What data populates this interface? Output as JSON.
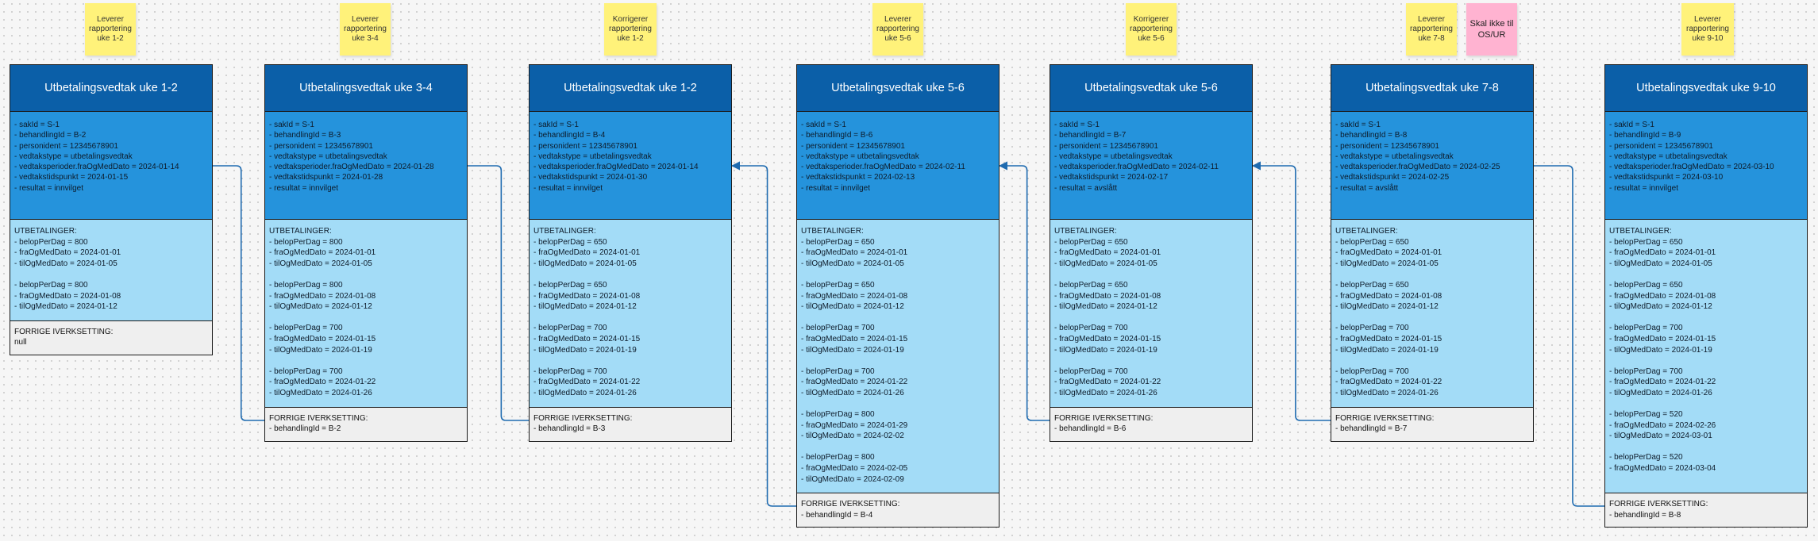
{
  "colors": {
    "header": "#0b5fa8",
    "meta": "#2593dc",
    "payments": "#a3dcf7",
    "previous": "#efefef",
    "sticky_yellow": "#fff27a",
    "sticky_pink": "#ffb3d1",
    "connector": "#1f6bb0"
  },
  "stickies": [
    {
      "text": "Leverer\nrapportering\nuke 1-2",
      "color": "yellow"
    },
    {
      "text": "Leverer\nrapportering\nuke 3-4",
      "color": "yellow"
    },
    {
      "text": "Korrigerer\nrapportering\nuke 1-2",
      "color": "yellow"
    },
    {
      "text": "Leverer\nrapportering\nuke 5-6",
      "color": "yellow"
    },
    {
      "text": "Korrigerer\nrapportering\nuke 5-6",
      "color": "yellow"
    },
    {
      "text": "Leverer\nrapportering\nuke 7-8",
      "color": "yellow"
    },
    {
      "text": "Skal ikke til\nOS/UR",
      "color": "pink"
    },
    {
      "text": "Leverer\nrapportering\nuke 9-10",
      "color": "yellow"
    }
  ],
  "cards": [
    {
      "title": "Utbetalingsvedtak uke 1-2",
      "meta": [
        "- sakId = S-1",
        "- behandlingId = B-2",
        "- personident = 12345678901",
        "- vedtakstype = utbetalingsvedtak",
        "- vedtaksperioder.fraOgMedDato = 2024-01-14",
        "- vedtakstidspunkt = 2024-01-15",
        "- resultat = innvilget"
      ],
      "payments_heading": "UTBETALINGER:",
      "payments": [
        [
          "- belopPerDag = 800",
          "- fraOgMedDato = 2024-01-01",
          "- tilOgMedDato = 2024-01-05"
        ],
        [
          "- belopPerDag = 800",
          "- fraOgMedDato = 2024-01-08",
          "- tilOgMedDato = 2024-01-12"
        ]
      ],
      "previous_heading": "FORRIGE IVERKSETTING:",
      "previous": "null"
    },
    {
      "title": "Utbetalingsvedtak uke 3-4",
      "meta": [
        "- sakId = S-1",
        "- behandlingId = B-3",
        "- personident = 12345678901",
        "- vedtakstype = utbetalingsvedtak",
        "- vedtaksperioder.fraOgMedDato = 2024-01-28",
        "- vedtakstidspunkt = 2024-01-28",
        "- resultat = innvilget"
      ],
      "payments_heading": "UTBETALINGER:",
      "payments": [
        [
          "- belopPerDag = 800",
          "- fraOgMedDato = 2024-01-01",
          "- tilOgMedDato = 2024-01-05"
        ],
        [
          "- belopPerDag = 800",
          "- fraOgMedDato = 2024-01-08",
          "- tilOgMedDato = 2024-01-12"
        ],
        [
          "- belopPerDag = 700",
          "- fraOgMedDato = 2024-01-15",
          "- tilOgMedDato = 2024-01-19"
        ],
        [
          "- belopPerDag = 700",
          "- fraOgMedDato = 2024-01-22",
          "- tilOgMedDato = 2024-01-26"
        ]
      ],
      "previous_heading": "FORRIGE IVERKSETTING:",
      "previous": "- behandlingId = B-2"
    },
    {
      "title": "Utbetalingsvedtak uke 1-2",
      "meta": [
        "- sakId = S-1",
        "- behandlingId = B-4",
        "- personident = 12345678901",
        "- vedtakstype = utbetalingsvedtak",
        "- vedtaksperioder.fraOgMedDato = 2024-01-14",
        "- vedtakstidspunkt = 2024-01-30",
        "- resultat = innvilget"
      ],
      "payments_heading": "UTBETALINGER:",
      "payments": [
        [
          "- belopPerDag = 650",
          "- fraOgMedDato = 2024-01-01",
          "- tilOgMedDato = 2024-01-05"
        ],
        [
          "- belopPerDag = 650",
          "- fraOgMedDato = 2024-01-08",
          "- tilOgMedDato = 2024-01-12"
        ],
        [
          "- belopPerDag = 700",
          "- fraOgMedDato = 2024-01-15",
          "- tilOgMedDato = 2024-01-19"
        ],
        [
          "- belopPerDag = 700",
          "- fraOgMedDato = 2024-01-22",
          "- tilOgMedDato = 2024-01-26"
        ]
      ],
      "previous_heading": "FORRIGE IVERKSETTING:",
      "previous": "- behandlingId = B-3"
    },
    {
      "title": "Utbetalingsvedtak uke 5-6",
      "meta": [
        "- sakId = S-1",
        "- behandlingId = B-6",
        "- personident = 12345678901",
        "- vedtakstype = utbetalingsvedtak",
        "- vedtaksperioder.fraOgMedDato = 2024-02-11",
        "- vedtakstidspunkt = 2024-02-13",
        "- resultat = innvilget"
      ],
      "payments_heading": "UTBETALINGER:",
      "payments": [
        [
          "- belopPerDag = 650",
          "- fraOgMedDato = 2024-01-01",
          "- tilOgMedDato = 2024-01-05"
        ],
        [
          "- belopPerDag = 650",
          "- fraOgMedDato = 2024-01-08",
          "- tilOgMedDato = 2024-01-12"
        ],
        [
          "- belopPerDag = 700",
          "- fraOgMedDato = 2024-01-15",
          "- tilOgMedDato = 2024-01-19"
        ],
        [
          "- belopPerDag = 700",
          "- fraOgMedDato = 2024-01-22",
          "- tilOgMedDato = 2024-01-26"
        ],
        [
          "- belopPerDag = 800",
          "- fraOgMedDato = 2024-01-29",
          "- tilOgMedDato = 2024-02-02"
        ],
        [
          "- belopPerDag = 800",
          "- fraOgMedDato = 2024-02-05",
          "- tilOgMedDato = 2024-02-09"
        ]
      ],
      "previous_heading": "FORRIGE IVERKSETTING:",
      "previous": "- behandlingId = B-4"
    },
    {
      "title": "Utbetalingsvedtak uke 5-6",
      "meta": [
        "- sakId = S-1",
        "- behandlingId = B-7",
        "- personident = 12345678901",
        "- vedtakstype = utbetalingsvedtak",
        "- vedtaksperioder.fraOgMedDato = 2024-02-11",
        "- vedtakstidspunkt = 2024-02-17",
        "- resultat = avslått"
      ],
      "payments_heading": "UTBETALINGER:",
      "payments": [
        [
          "- belopPerDag = 650",
          "- fraOgMedDato = 2024-01-01",
          "- tilOgMedDato = 2024-01-05"
        ],
        [
          "- belopPerDag = 650",
          "- fraOgMedDato = 2024-01-08",
          "- tilOgMedDato = 2024-01-12"
        ],
        [
          "- belopPerDag = 700",
          "- fraOgMedDato = 2024-01-15",
          "- tilOgMedDato = 2024-01-19"
        ],
        [
          "- belopPerDag = 700",
          "- fraOgMedDato = 2024-01-22",
          "- tilOgMedDato = 2024-01-26"
        ]
      ],
      "previous_heading": "FORRIGE IVERKSETTING:",
      "previous": "- behandlingId = B-6"
    },
    {
      "title": "Utbetalingsvedtak uke 7-8",
      "meta": [
        "- sakId = S-1",
        "- behandlingId = B-8",
        "- personident = 12345678901",
        "- vedtakstype = utbetalingsvedtak",
        "- vedtaksperioder.fraOgMedDato = 2024-02-25",
        "- vedtakstidspunkt = 2024-02-25",
        "- resultat = avslått"
      ],
      "payments_heading": "UTBETALINGER:",
      "payments": [
        [
          "- belopPerDag = 650",
          "- fraOgMedDato = 2024-01-01",
          "- tilOgMedDato = 2024-01-05"
        ],
        [
          "- belopPerDag = 650",
          "- fraOgMedDato = 2024-01-08",
          "- tilOgMedDato = 2024-01-12"
        ],
        [
          "- belopPerDag = 700",
          "- fraOgMedDato = 2024-01-15",
          "- tilOgMedDato = 2024-01-19"
        ],
        [
          "- belopPerDag = 700",
          "- fraOgMedDato = 2024-01-22",
          "- tilOgMedDato = 2024-01-26"
        ]
      ],
      "previous_heading": "FORRIGE IVERKSETTING:",
      "previous": "- behandlingId = B-7"
    },
    {
      "title": "Utbetalingsvedtak uke 9-10",
      "meta": [
        "- sakId = S-1",
        "- behandlingId = B-9",
        "- personident = 12345678901",
        "- vedtakstype = utbetalingsvedtak",
        "- vedtaksperioder.fraOgMedDato = 2024-03-10",
        "- vedtakstidspunkt = 2024-03-10",
        "- resultat = innvilget"
      ],
      "payments_heading": "UTBETALINGER:",
      "payments": [
        [
          "- belopPerDag = 650",
          "- fraOgMedDato = 2024-01-01",
          "- tilOgMedDato = 2024-01-05"
        ],
        [
          "- belopPerDag = 650",
          "- fraOgMedDato = 2024-01-08",
          "- tilOgMedDato = 2024-01-12"
        ],
        [
          "- belopPerDag = 700",
          "- fraOgMedDato = 2024-01-15",
          "- tilOgMedDato = 2024-01-19"
        ],
        [
          "- belopPerDag = 700",
          "- fraOgMedDato = 2024-01-22",
          "- tilOgMedDato = 2024-01-26"
        ],
        [
          "- belopPerDag = 520",
          "- fraOgMedDato = 2024-02-26",
          "- tilOgMedDato = 2024-03-01"
        ],
        [
          "- belopPerDag = 520",
          "- fraOgMedDato = 2024-03-04"
        ]
      ],
      "previous_heading": "FORRIGE IVERKSETTING:",
      "previous": "- behandlingId = B-8"
    }
  ]
}
